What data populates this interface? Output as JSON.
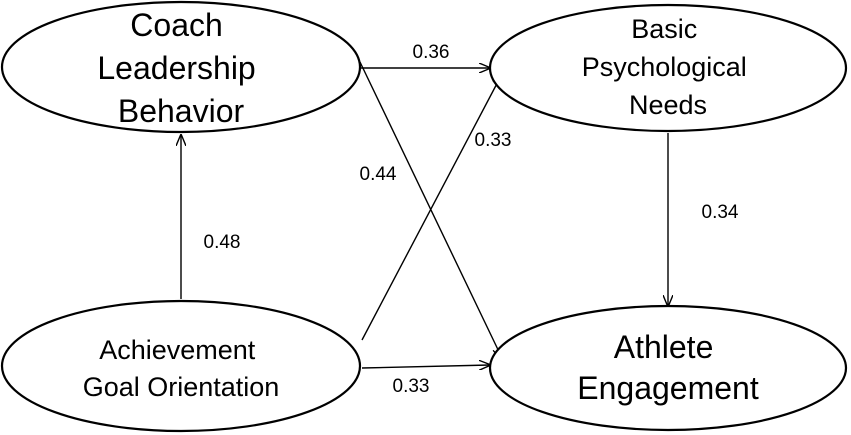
{
  "nodes": {
    "coach": {
      "lines": [
        "Coach",
        "Leadership",
        "Behavior"
      ]
    },
    "needs": {
      "lines": [
        "Basic",
        "Psychological",
        "Needs"
      ]
    },
    "goal": {
      "lines": [
        "Achievement",
        "Goal Orientation"
      ]
    },
    "engagement": {
      "lines": [
        "Athlete",
        "Engagement"
      ]
    }
  },
  "edges": {
    "coach_to_needs": "0.36",
    "goal_to_needs": "0.33",
    "coach_to_engagement": "0.44",
    "goal_to_coach": "0.48",
    "needs_to_engagement": "0.34",
    "goal_to_engagement": "0.33"
  }
}
